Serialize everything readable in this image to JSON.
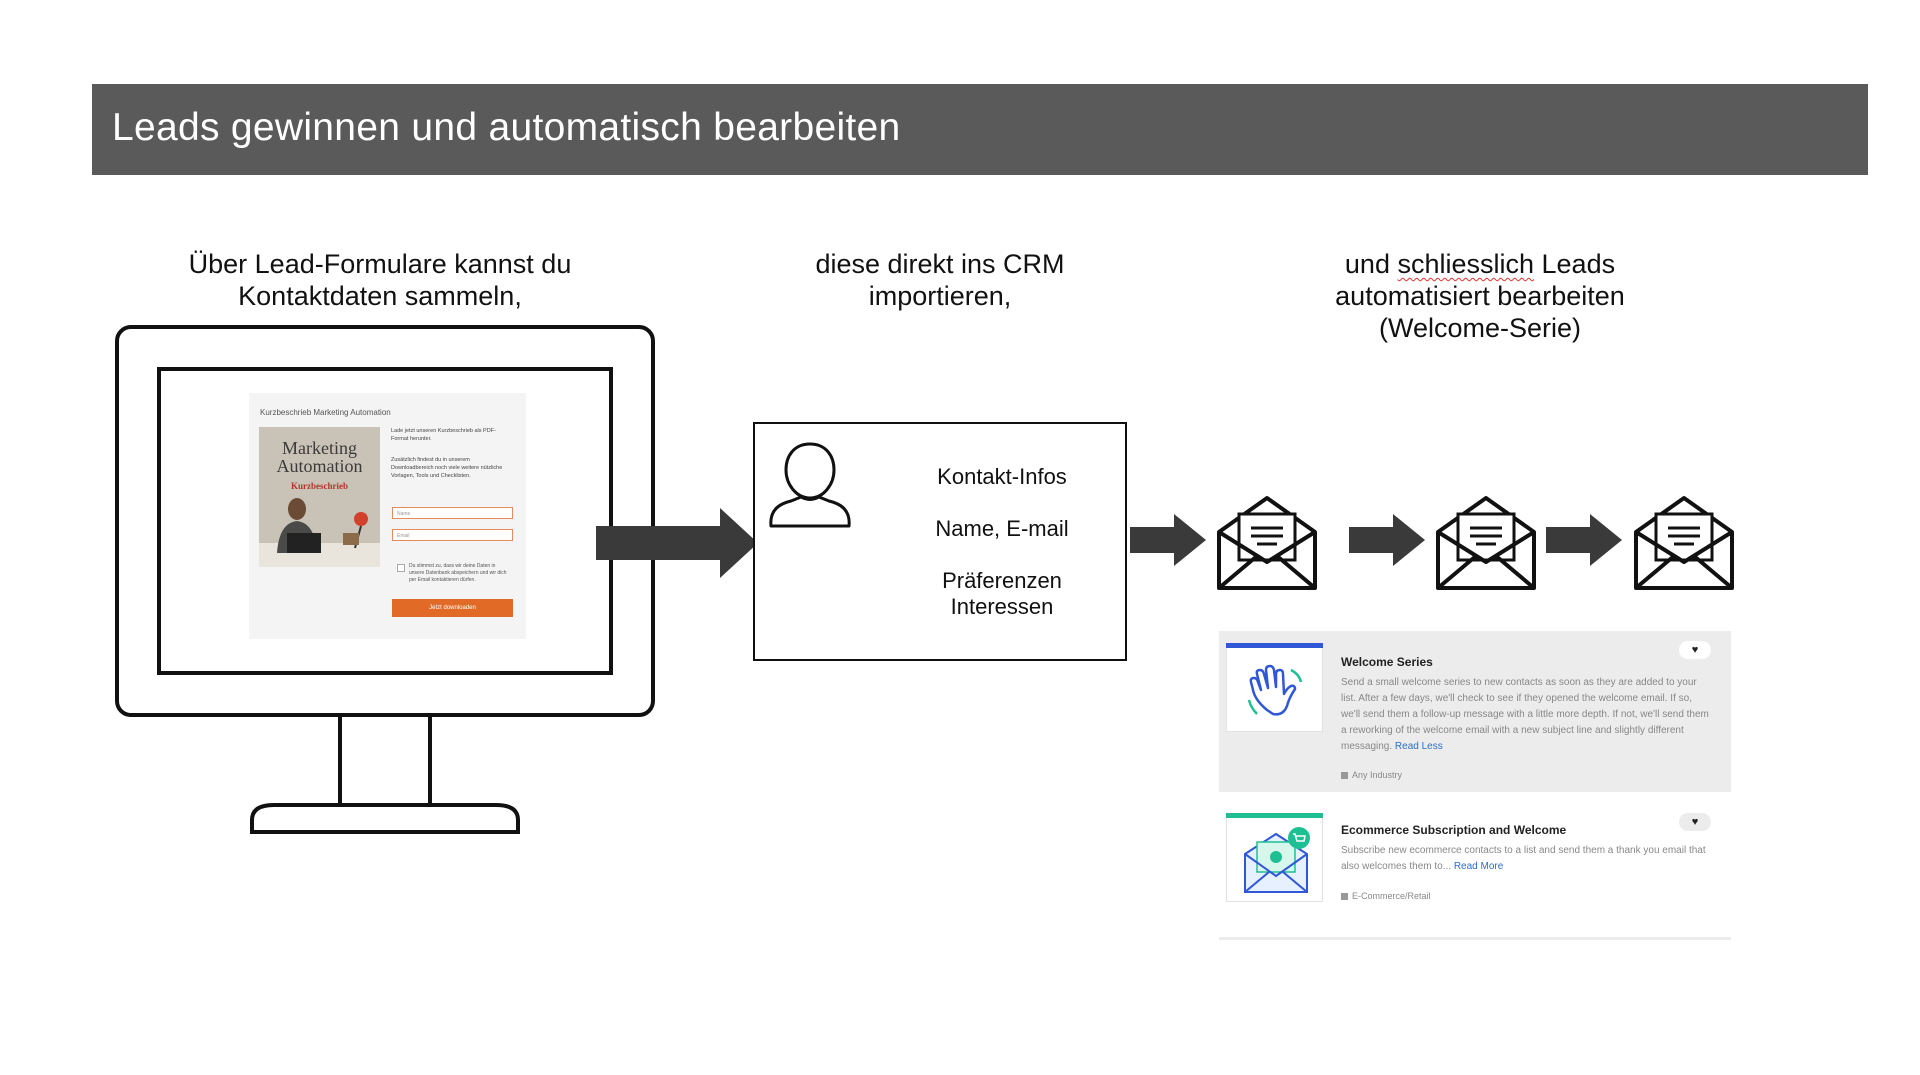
{
  "header": {
    "title": "Leads gewinnen und automatisch bearbeiten"
  },
  "steps": [
    {
      "lines": [
        "Über  Lead-Formulare kannst du",
        "Kontaktdaten sammeln,"
      ]
    },
    {
      "lines": [
        "diese direkt ins CRM",
        "importieren,"
      ]
    },
    {
      "lines": [
        "und  schliesslich Leads",
        "automatisiert bearbeiten",
        "(Welcome-Serie)"
      ]
    }
  ],
  "landing_page": {
    "title": "Kurzbeschrieb Marketing Automation",
    "cover_title": "Marketing Automation",
    "cover_subtitle": "Kurzbeschrieb",
    "intro": "Lade jetzt unseren Kurzbeschrieb als PDF-Format herunter.",
    "extra": "Zusätzlich findest du in unserem Downloadbereich noch viele weitere nützliche Vorlagen, Tools und Checklisten.",
    "name_placeholder": "Name",
    "email_placeholder": "Email",
    "consent": "Du stimmst zu, dass wir deine Daten in unsere Datenbank abspeichern und wir dich per Email kontaktieren dürfen.",
    "button": "Jetzt downloaden"
  },
  "crm": {
    "line1": "Kontakt-Infos",
    "line2": "Name, E-mail",
    "line3a": "Präferenzen",
    "line3b": "Interessen"
  },
  "workflows": [
    {
      "title": "Welcome Series",
      "description": "Send a small welcome series to new contacts as soon as they are added to your list. After a few days, we'll check to see if they opened the welcome email. If so, we'll send them a follow-up message with a little more depth. If not, we'll send them a reworking of the welcome email with a new subject line and slightly different messaging.",
      "link": "Read Less",
      "tag": "Any Industry",
      "icon": "waving-hand-icon",
      "accent": "#2f57d6"
    },
    {
      "title": "Ecommerce Subscription and Welcome",
      "description": "Subscribe new ecommerce contacts to a list and send them a thank you email that also welcomes them to...",
      "link": "Read More",
      "tag": "E-Commerce/Retail",
      "icon": "shopping-cart-envelope-icon",
      "accent": "#1fbf94"
    }
  ],
  "colors": {
    "header": "#5a5a5a",
    "arrow": "#3a3a3a",
    "link": "#2a6fc8",
    "cta": "#e06a26"
  }
}
